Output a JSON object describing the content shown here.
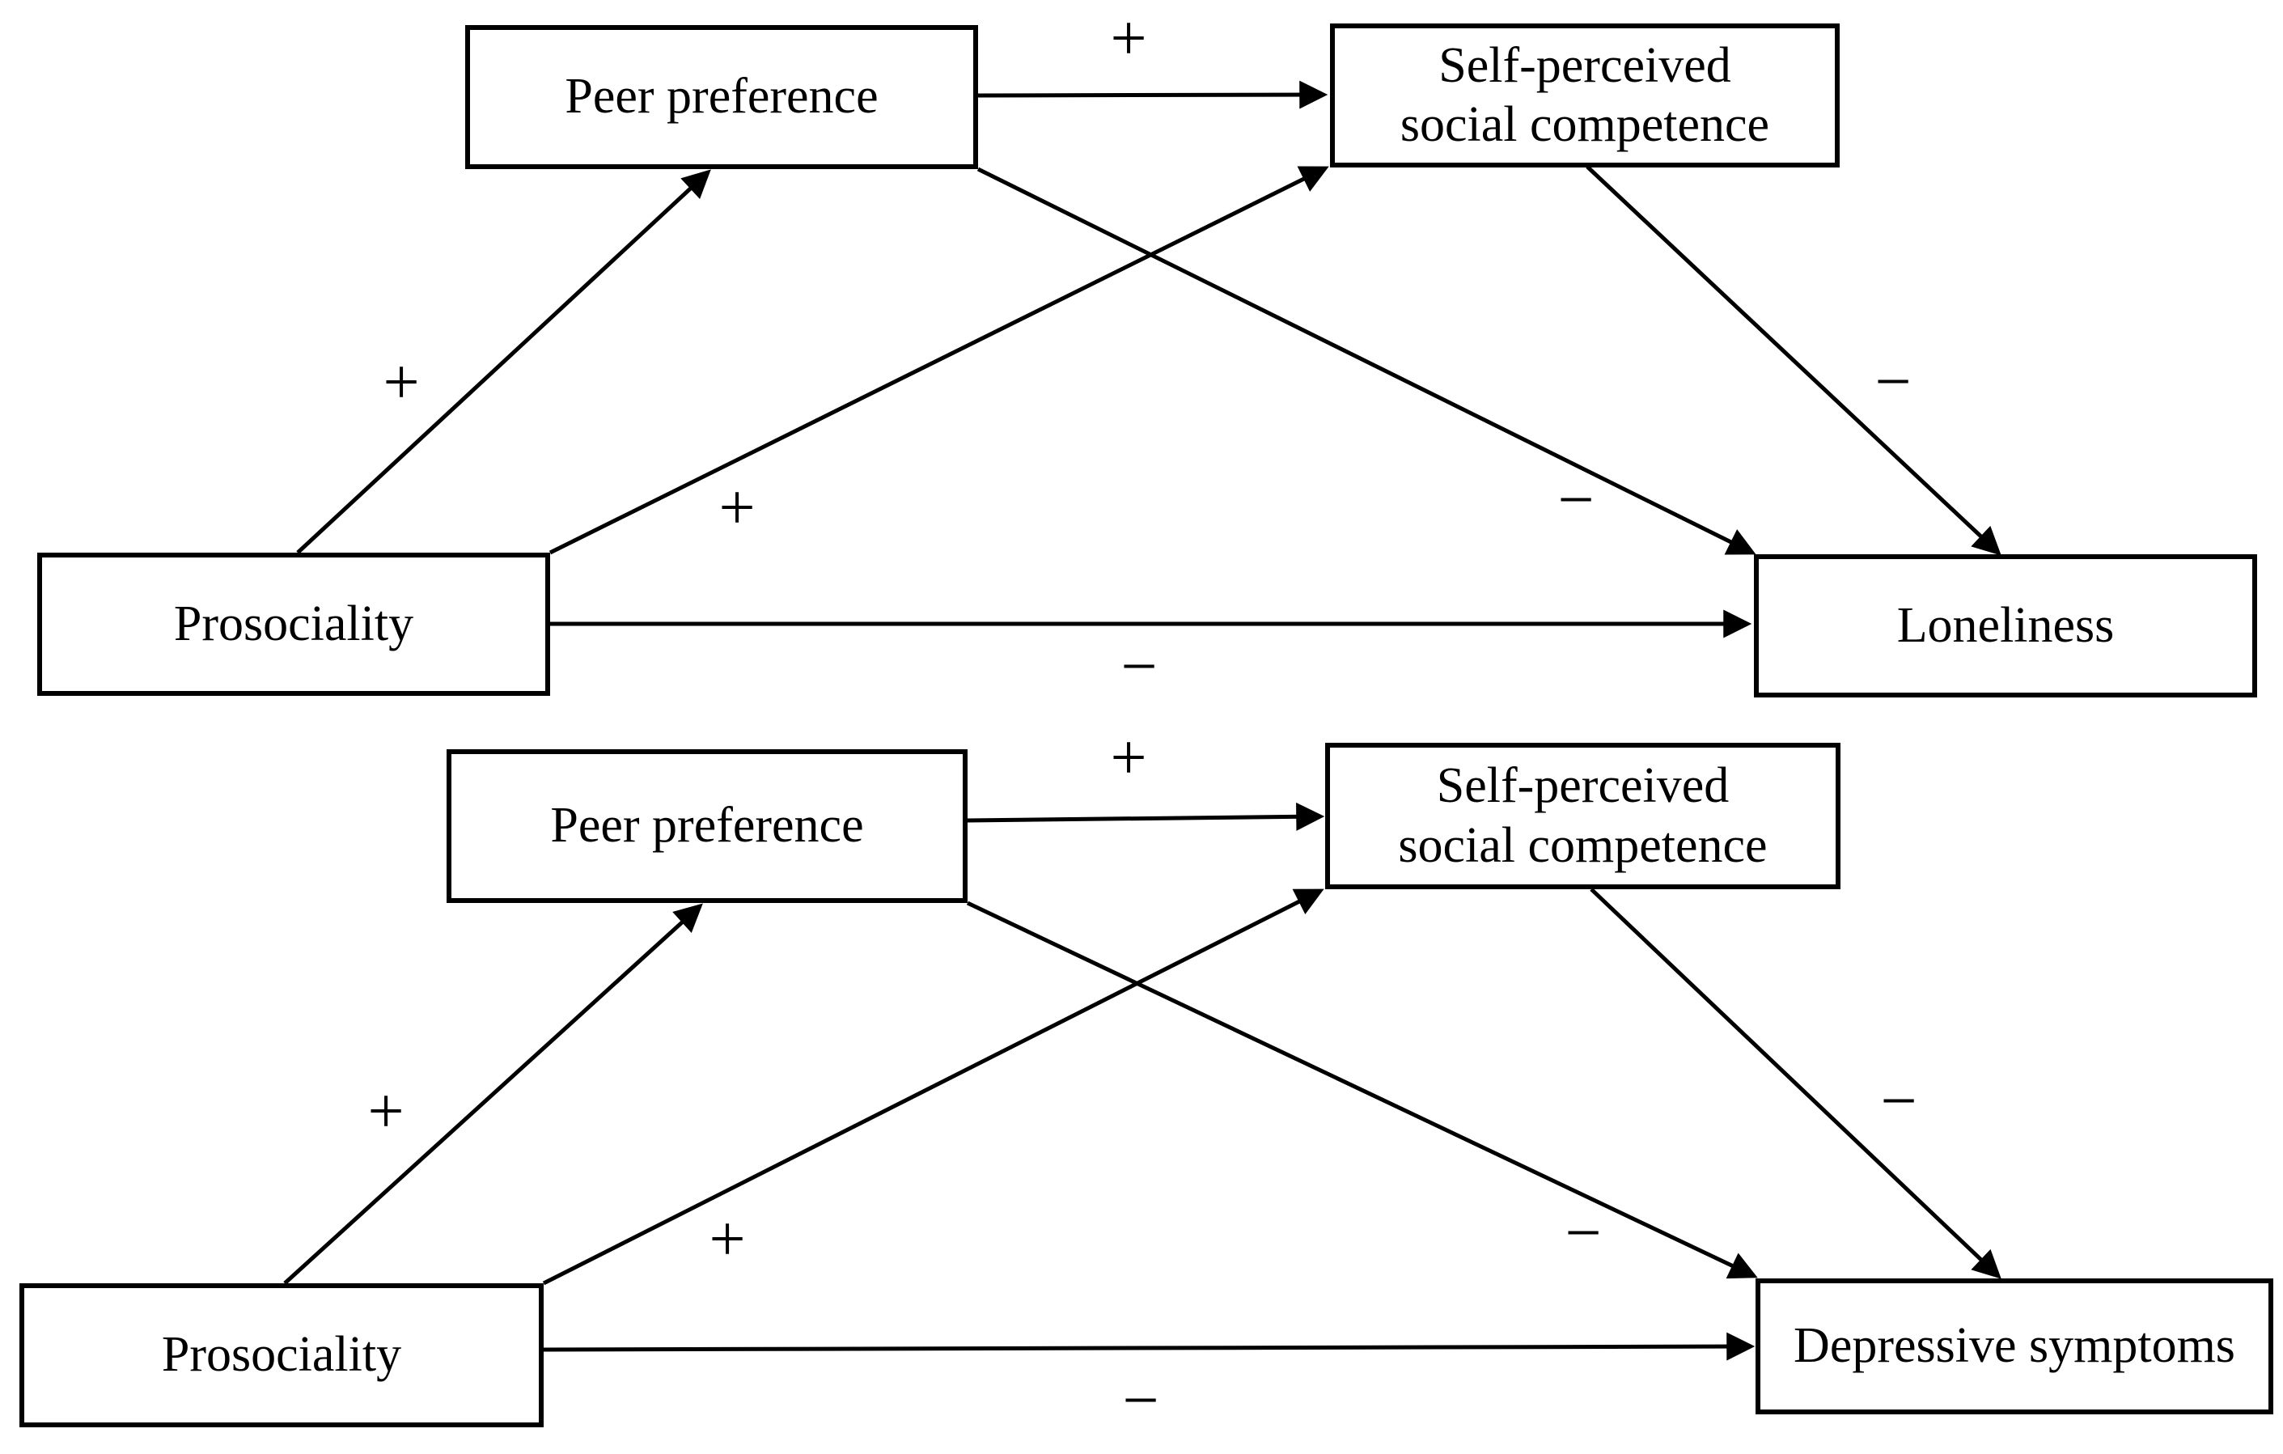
{
  "figure": {
    "background_color": "#ffffff",
    "line_color": "#000000",
    "text_color": "#000000",
    "positive_sign": "+",
    "negative_sign": "−"
  },
  "diagrams": [
    {
      "name": "loneliness-model",
      "nodes": {
        "predictor": {
          "label": "Prosociality"
        },
        "mediator1": {
          "label": "Peer preference"
        },
        "mediator2": {
          "label": "Self-perceived social competence"
        },
        "outcome": {
          "label": "Loneliness"
        }
      },
      "edges": [
        {
          "from": "Prosociality",
          "to": "Peer preference",
          "sign": "+"
        },
        {
          "from": "Prosociality",
          "to": "Self-perceived social competence",
          "sign": "+"
        },
        {
          "from": "Peer preference",
          "to": "Self-perceived social competence",
          "sign": "+"
        },
        {
          "from": "Peer preference",
          "to": "Loneliness",
          "sign": "−"
        },
        {
          "from": "Self-perceived social competence",
          "to": "Loneliness",
          "sign": "−"
        },
        {
          "from": "Prosociality",
          "to": "Loneliness",
          "sign": "−"
        }
      ]
    },
    {
      "name": "depressive-symptoms-model",
      "nodes": {
        "predictor": {
          "label": "Prosociality"
        },
        "mediator1": {
          "label": "Peer preference"
        },
        "mediator2": {
          "label": "Self-perceived social competence"
        },
        "outcome": {
          "label": "Depressive symptoms"
        }
      },
      "edges": [
        {
          "from": "Prosociality",
          "to": "Peer preference",
          "sign": "+"
        },
        {
          "from": "Prosociality",
          "to": "Self-perceived social competence",
          "sign": "+"
        },
        {
          "from": "Peer preference",
          "to": "Self-perceived social competence",
          "sign": "+"
        },
        {
          "from": "Peer preference",
          "to": "Depressive symptoms",
          "sign": "−"
        },
        {
          "from": "Self-perceived social competence",
          "to": "Depressive symptoms",
          "sign": "−"
        },
        {
          "from": "Prosociality",
          "to": "Depressive symptoms",
          "sign": "−"
        }
      ]
    }
  ]
}
